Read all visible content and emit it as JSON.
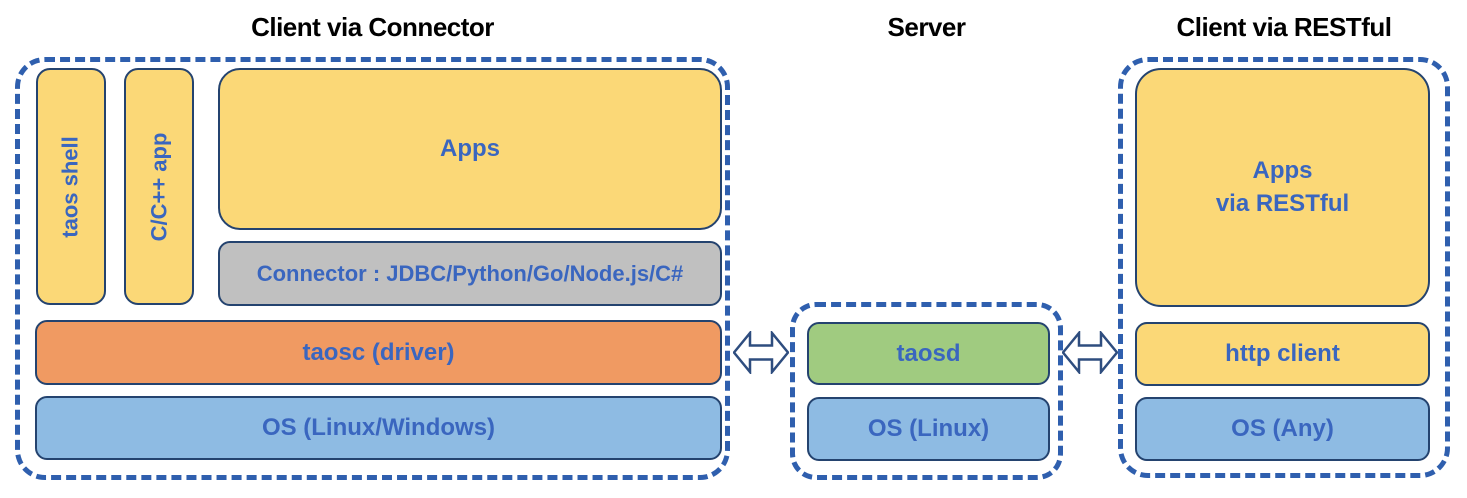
{
  "sections": {
    "client_connector": {
      "title": "Client via Connector",
      "boxes": {
        "taos_shell": "taos shell",
        "cpp_app": "C/C++ app",
        "apps": "Apps",
        "connector": "Connector : JDBC/Python/Go/Node.js/C#",
        "taosc": "taosc (driver)",
        "os": "OS (Linux/Windows)"
      }
    },
    "server": {
      "title": "Server",
      "boxes": {
        "taosd": "taosd",
        "os": "OS (Linux)"
      }
    },
    "client_restful": {
      "title": "Client via RESTful",
      "boxes": {
        "apps_line1": "Apps",
        "apps_line2": "via RESTful",
        "http_client": "http client",
        "os": "OS (Any)"
      }
    }
  },
  "icons": {
    "left_arrow": "bidirectional-arrow",
    "right_arrow": "bidirectional-arrow"
  },
  "colors": {
    "yellow": "#FBD877",
    "orange": "#F09A62",
    "blue_box": "#8EBBE3",
    "green": "#A0CB80",
    "gray": "#C0C0C0",
    "box_border": "#24436F",
    "dash_blue": "#2F5FAE",
    "label_blue": "#3A66BF",
    "heading_black": "#000000",
    "page_bg": "#FFFFFF"
  }
}
